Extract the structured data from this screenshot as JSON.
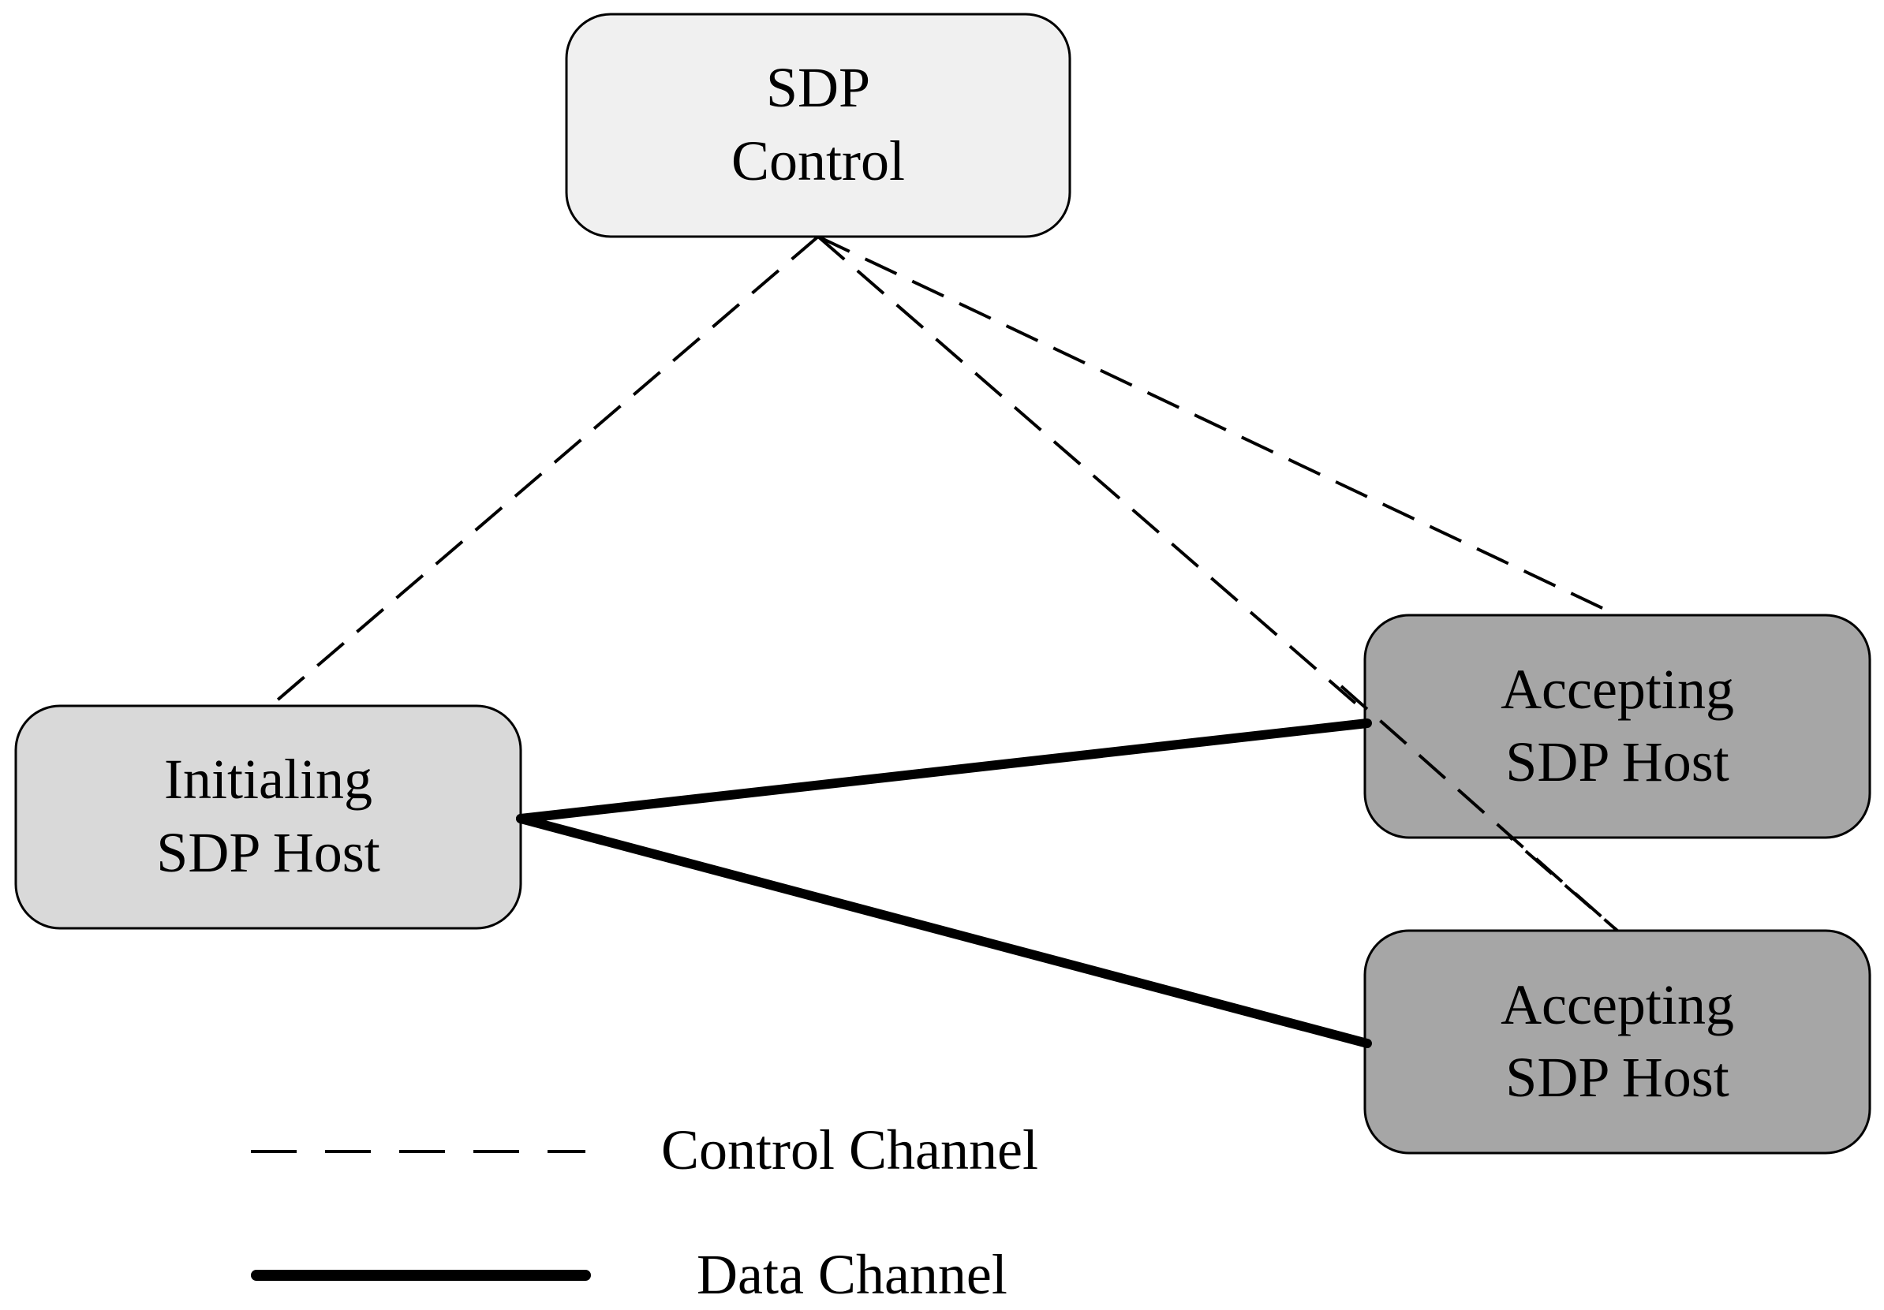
{
  "nodes": {
    "sdp_control": {
      "line1": "SDP",
      "line2": "Control",
      "fill": "#f0f0f0"
    },
    "initiating_host": {
      "line1": "Initialing",
      "line2": "SDP Host",
      "fill": "#d9d9d9"
    },
    "accepting_host_1": {
      "line1": "Accepting",
      "line2": "SDP Host",
      "fill": "#a6a6a6"
    },
    "accepting_host_2": {
      "line1": "Accepting",
      "line2": "SDP Host",
      "fill": "#a6a6a6"
    }
  },
  "legend": {
    "control_channel": "Control Channel",
    "data_channel": "Data Channel"
  },
  "colors": {
    "stroke": "#000000"
  }
}
